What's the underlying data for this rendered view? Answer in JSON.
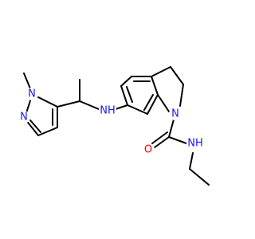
{
  "molecule": {
    "colors": {
      "bond": "#000000",
      "nitrogen": "#1a1aff",
      "oxygen": "#ff0000",
      "background": "#ffffff"
    },
    "atom_labels": {
      "n_pyrazole_methyl": "N",
      "n_pyrazole_ring": "N",
      "n_amine": "NH",
      "n_indoline": "N",
      "o_carbonyl": "O",
      "n_amide": "NH"
    }
  }
}
